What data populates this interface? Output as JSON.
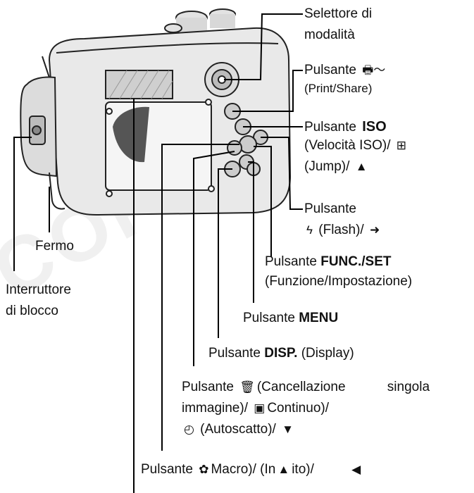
{
  "watermark": "COPY",
  "labels": {
    "mode_selector": [
      "Selettore di",
      "modalità"
    ],
    "print_share": {
      "prefix": "Pulsante",
      "desc": "(Print/Share)"
    },
    "iso": {
      "prefix": "Pulsante",
      "symbol": "ISO",
      "line2": "(Velocità ISO)/",
      "line3": "(Jump)/"
    },
    "flash": {
      "line1": "Pulsante",
      "line2": "(Flash)/"
    },
    "func_set": {
      "prefix": "Pulsante",
      "bold": "FUNC./SET",
      "line2": "(Funzione/Impostazione)"
    },
    "menu": {
      "prefix": "Pulsante",
      "bold": "MENU"
    },
    "disp": {
      "prefix": "Pulsante",
      "bold": "DISP.",
      "suffix": "(Display)"
    },
    "delete": {
      "prefix": "Pulsante",
      "line1_rest": "(Cancellazione",
      "line1_end": "singola",
      "line2a": "immagine)/",
      "line2b": "Continuo)/",
      "line3": "(Autoscatto)/"
    },
    "macro": {
      "prefix": "Pulsante",
      "mid": "Macro)/",
      "paren": "(In",
      "end": "ito)/"
    },
    "latch": "Fermo",
    "lock_switch": [
      "Interruttore",
      "di blocco"
    ]
  },
  "icons": {
    "print_share": "print-share-icon",
    "iso": "iso-icon",
    "jump": "jump-icon",
    "up": "arrow-up-icon",
    "flash": "flash-icon",
    "right": "arrow-right-icon",
    "trash": "trash-icon",
    "continuous": "continuous-shooting-icon",
    "self_timer": "self-timer-icon",
    "down": "arrow-down-icon",
    "macro": "macro-icon",
    "infinity": "infinity-mountain-icon",
    "left": "arrow-left-icon"
  }
}
